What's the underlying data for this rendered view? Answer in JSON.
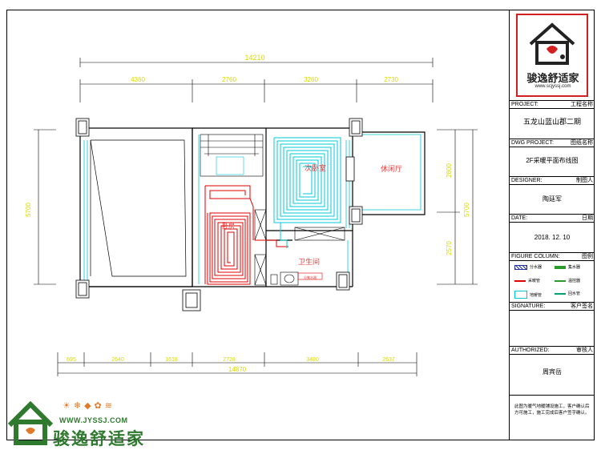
{
  "dimensions": {
    "top_total": "14210",
    "top_segments": [
      "4360",
      "2760",
      "3260",
      "2730"
    ],
    "bottom_segments": [
      "695",
      "2640",
      "1618",
      "2728",
      "3480",
      "2637"
    ],
    "bottom_total": "14870",
    "left": "5700",
    "right_top": "2800",
    "right_bottom": "2570",
    "right_total": "5700"
  },
  "rooms": {
    "bedroom": "次卧室",
    "lounge": "休闲厅",
    "room_left": "卧房",
    "bathroom": "卫生间",
    "manifold": "分集水器"
  },
  "title_block": {
    "logo_text": "骏逸舒适家",
    "logo_url": "www.scjyssj.com",
    "project_label": "PROJECT:",
    "project_cn": "工程名称",
    "project_value": "五龙山蓝山郡二期",
    "dwg_label": "DWG PROJECT:",
    "dwg_cn": "图纸名称",
    "dwg_value": "2F采暖平面布线图",
    "designer_label": "DESIGNER:",
    "designer_cn": "制图人",
    "designer_value": "陶廷军",
    "date_label": "DATE:",
    "date_cn": "日期",
    "date_value": "2018. 12. 10",
    "figure_label": "FIGURE COLUMN:",
    "figure_cn": "图例",
    "legend": [
      "分水器",
      "集水器",
      "采暖管",
      "温控器",
      "地暖管",
      "回水管"
    ],
    "signature_label": "SIGNATURE:",
    "signature_cn": "客户签名",
    "authorized_label": "AUTHORIZED:",
    "authorized_cn": "审核人",
    "authorized_value": "周宾岳",
    "note": "此图为暖气地暖铺设施工，客户确认后方可施工，施工完成后客户签字确认。"
  },
  "watermark": {
    "url": "WWW.JYSSJ.COM",
    "name": "骏逸舒适家"
  },
  "colors": {
    "dimension": "#d9d900",
    "floor_heating_red": "#e00000",
    "floor_heating_cyan": "#00c8d8",
    "wall": "#000000",
    "label": "#e83a3a",
    "logo_red": "#d02020",
    "watermark_green": "#2f7a2f"
  }
}
